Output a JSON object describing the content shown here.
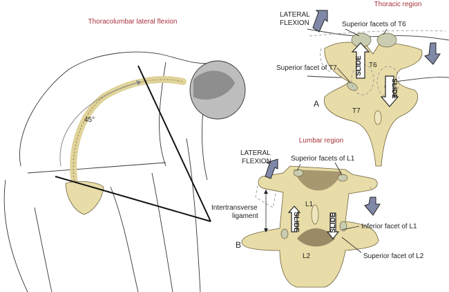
{
  "figure": {
    "left_title": "Thoracolumbar lateral flexion",
    "angle_label": "45°",
    "thoracic": {
      "title": "Thoracic region",
      "panel_letter": "A",
      "lateral_flexion": [
        "LATERAL",
        "FLEXION"
      ],
      "superior_facets": "Superior facets of T6",
      "superior_facet_t7": "Superior facet of T7",
      "vertebra_upper": "T6",
      "vertebra_lower": "T7",
      "slide": "SLIDE"
    },
    "lumbar": {
      "title": "Lumbar region",
      "panel_letter": "B",
      "lateral_flexion": [
        "LATERAL",
        "FLEXION"
      ],
      "superior_facets": "Superior facets of L1",
      "ligament": [
        "Intertransverse",
        "ligament"
      ],
      "inferior_facet": "Inferior facet of L1",
      "superior_facet_l2": "Superior facet of L2",
      "vertebra_upper": "L1",
      "vertebra_lower": "L2",
      "slide": "SLIDE"
    }
  }
}
